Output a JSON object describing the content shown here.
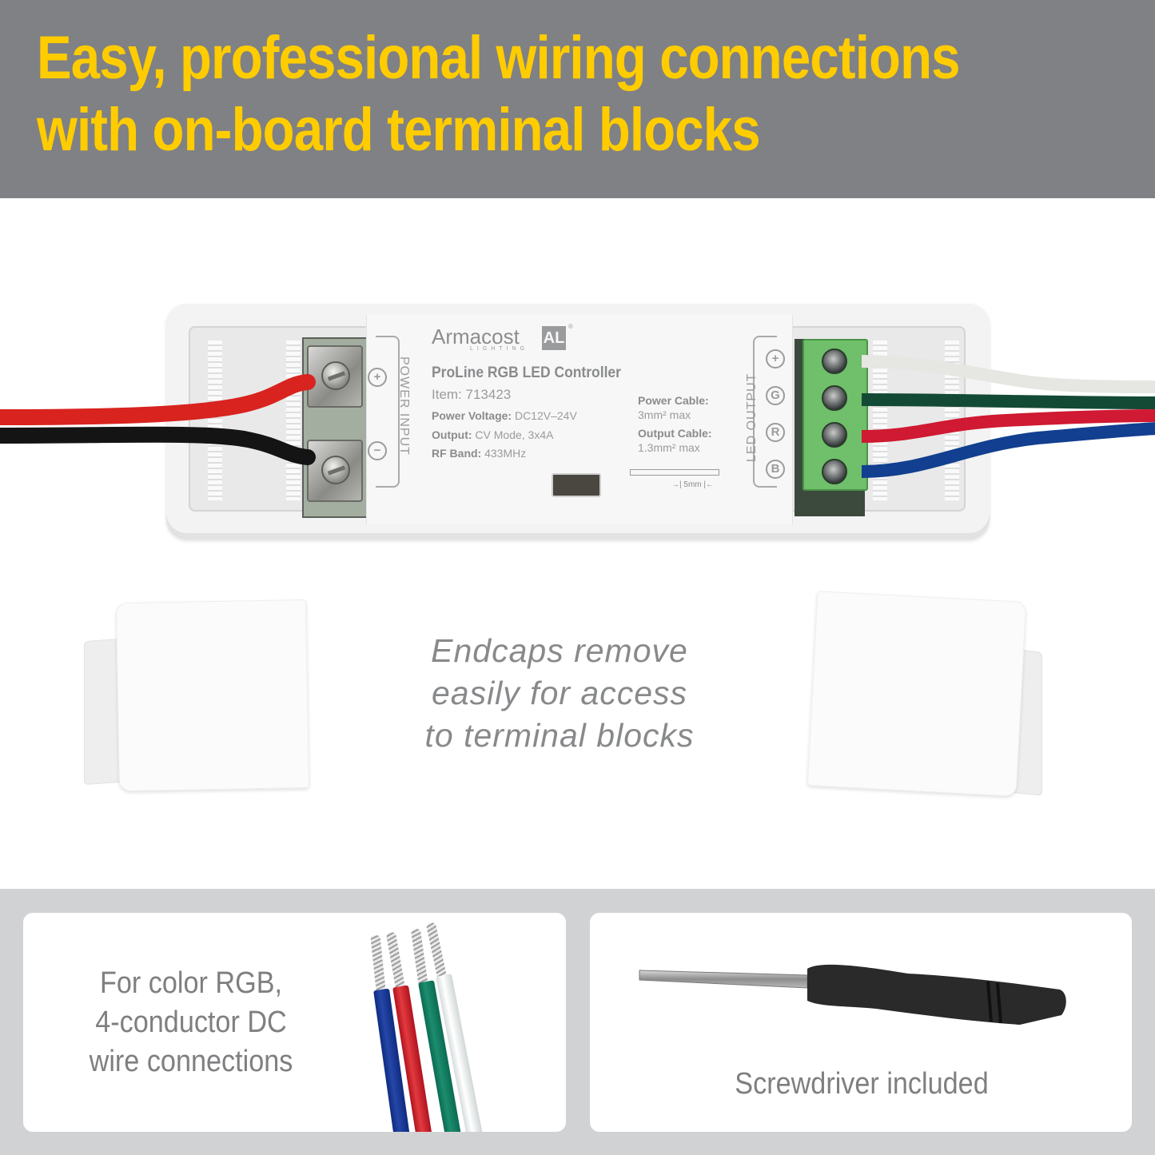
{
  "header": {
    "title_line1": "Easy, professional wiring connections",
    "title_line2": "with on-board terminal blocks",
    "background_color": "#808184",
    "text_color": "#ffcc00"
  },
  "controller": {
    "brand": "Armacost",
    "brand_sub": "LIGHTING",
    "brand_logo": "AL",
    "brand_reg": "®",
    "product_name": "ProLine RGB LED Controller",
    "item": "Item: 713423",
    "specs": [
      {
        "label": "Power Voltage:",
        "value": " DC12V–24V"
      },
      {
        "label": "Output:",
        "value": " CV Mode, 3x4A"
      },
      {
        "label": "RF Band:",
        "value": " 433MHz"
      }
    ],
    "cable_specs": [
      {
        "label": "Power Cable:",
        "value": "3mm² max"
      },
      {
        "label": "Output Cable:",
        "value": "1.3mm² max"
      }
    ],
    "strip_length": "5mm",
    "power_input": {
      "label": "POWER INPUT",
      "terminals": [
        "+",
        "−"
      ]
    },
    "led_output": {
      "label": "LED OUTPUT",
      "terminals": [
        "+",
        "G",
        "R",
        "B"
      ]
    },
    "wire_colors": {
      "power_positive": "#d8231f",
      "power_negative": "#141414",
      "output_positive": "#e6e6e3",
      "green": "#134a35",
      "red": "#d01932",
      "blue": "#123f8f"
    }
  },
  "endcaps": {
    "caption_line1": "Endcaps remove",
    "caption_line2": "easily for access",
    "caption_line3": "to terminal blocks"
  },
  "features": [
    {
      "text_line1": "For color RGB,",
      "text_line2": "4-conductor DC",
      "text_line3": "wire connections",
      "image": "rgb-wire-icon"
    },
    {
      "text_line1": "Screwdriver included",
      "image": "screwdriver-icon"
    }
  ]
}
